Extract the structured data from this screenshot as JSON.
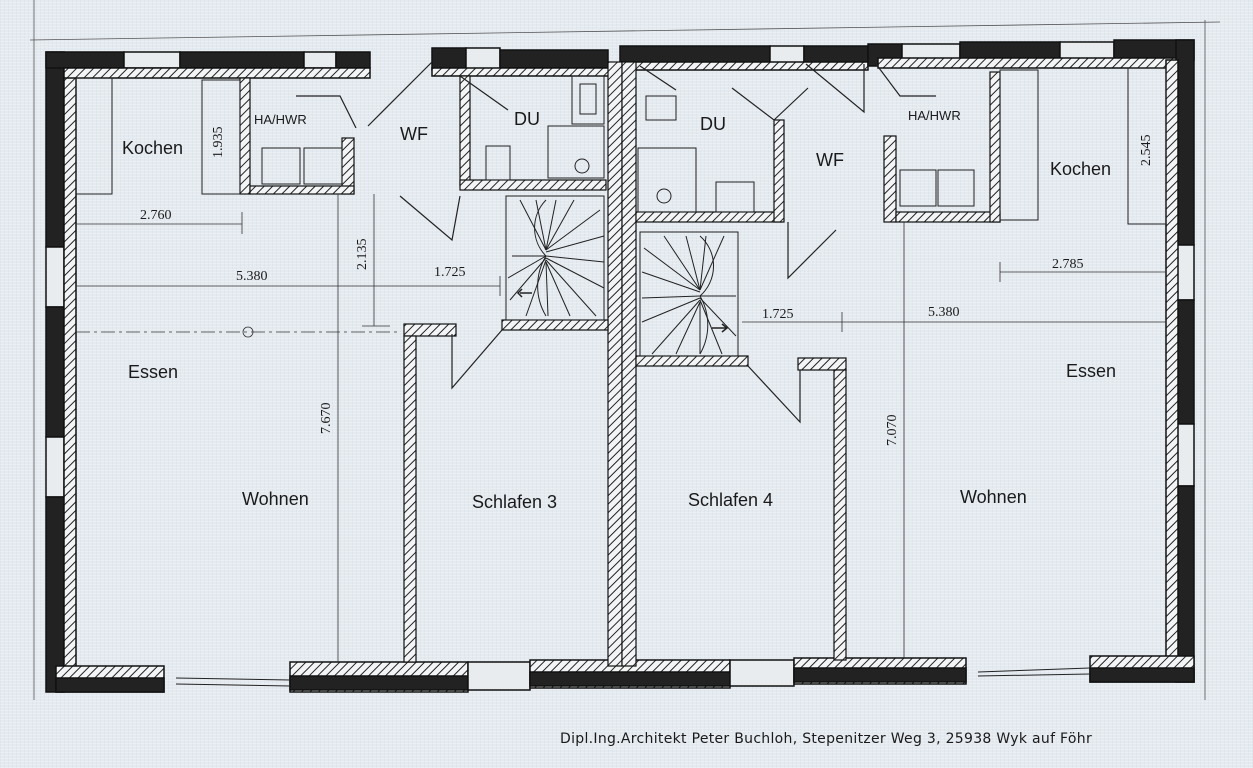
{
  "rooms": {
    "kochen_left": "Kochen",
    "ha_hwr_left": "HA/HWR",
    "wf_left": "WF",
    "du_left": "DU",
    "du_right": "DU",
    "wf_right": "WF",
    "ha_hwr_right": "HA/HWR",
    "kochen_right": "Kochen",
    "essen_left": "Essen",
    "wohnen_left": "Wohnen",
    "schlafen_3": "Schlafen 3",
    "schlafen_4": "Schlafen 4",
    "wohnen_right": "Wohnen",
    "essen_right": "Essen"
  },
  "dimensions": {
    "d_1935": "1.935",
    "d_2760": "2.760",
    "d_2135": "2.135",
    "d_5380_left": "5.380",
    "d_1725_left": "1.725",
    "d_7670": "7.670",
    "d_2545": "2.545",
    "d_2785": "2.785",
    "d_1725_right": "1.725",
    "d_5380_right": "5.380",
    "d_7070": "7.070"
  },
  "credit": "Dipl.Ing.Architekt Peter Buchloh, Stepenitzer Weg 3, 25938 Wyk auf Föhr"
}
